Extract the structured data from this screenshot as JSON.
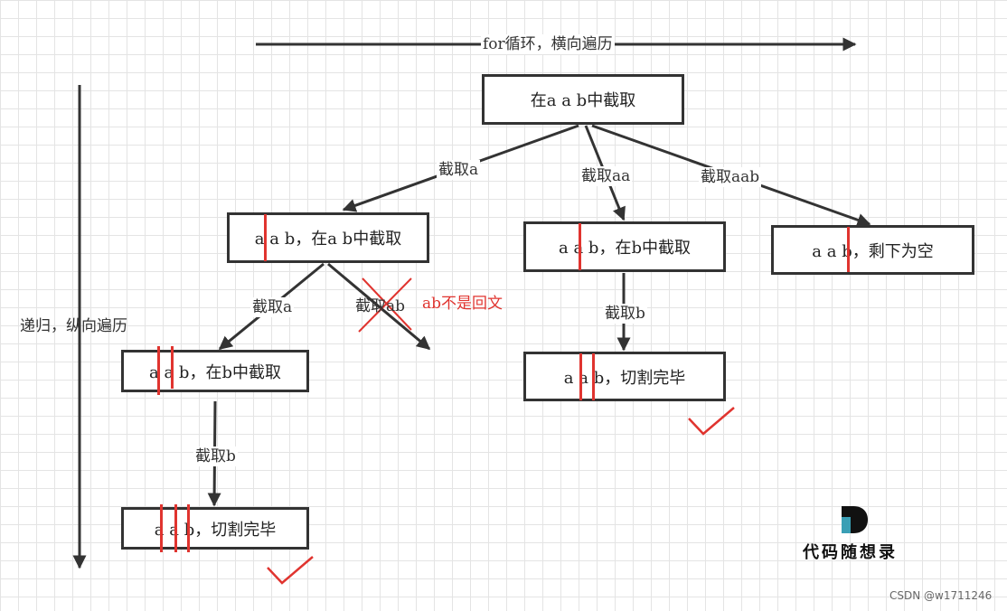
{
  "axes": {
    "horizontal_label": "for循环，横向遍历",
    "vertical_label": "递归，纵向遍历"
  },
  "nodes": {
    "root": "在a a b中截取",
    "n_a": "a a b，在a b中截取",
    "n_aa": "a a b，在b中截取",
    "n_aab": "a a b，剩下为空",
    "n_a_a": "a a b，在b中截取",
    "n_aa_b": "a a b，切割完毕",
    "n_a_a_b": "a a b，切割完毕"
  },
  "edge_labels": {
    "root_a": "截取a",
    "root_aa": "截取aa",
    "root_aab": "截取aab",
    "na_a": "截取a",
    "na_ab": "截取ab",
    "naa_b": "截取b",
    "naa2_b": "截取b"
  },
  "annotations": {
    "not_palindrome": "ab不是回文"
  },
  "colors": {
    "line": "#333333",
    "accent_red": "#e0342f",
    "grid": "#e4e4e4"
  },
  "logo": {
    "text": "代码随想录",
    "icon": "d-logo-icon"
  },
  "watermark": "CSDN @w1711246"
}
